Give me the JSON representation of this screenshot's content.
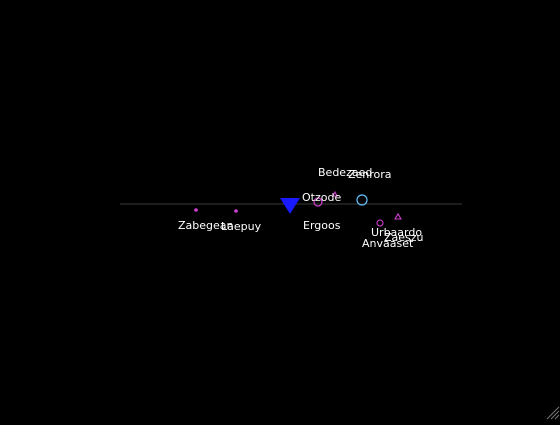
{
  "colors": {
    "background": "#000000",
    "horizon": "#3a3a3a",
    "label": "#ffffff",
    "player": "#1a1aff",
    "magenta": "#d040d0",
    "cyan": "#60c0ff"
  },
  "player": {
    "icon": "triangle-down-icon"
  },
  "labels": {
    "bedezaed": "Bedezaed",
    "zenrora": "Zenrora",
    "otzode": "Otzode",
    "ergoos": "Ergoos",
    "zabegean": "Zabegean",
    "laepuy": "Laepuy",
    "urbaardo": "Urbaardo",
    "zaeszu": "Zaeszu",
    "anvaaset": "Anvaaset"
  },
  "markers": {
    "zabegean": "dot-icon",
    "laepuy": "dot-icon",
    "otzode": "circle-icon",
    "bedezaed": "triangle-up-icon",
    "zenrora": "circle-icon",
    "urbaardo": "circle-icon",
    "anvaaset": "triangle-up-icon"
  }
}
